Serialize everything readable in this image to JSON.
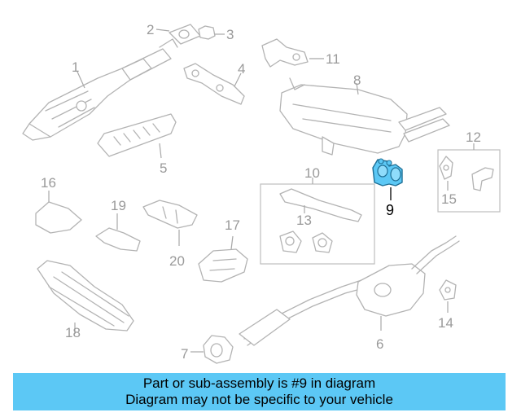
{
  "diagram": {
    "callouts": {
      "c1": "1",
      "c2": "2",
      "c3": "3",
      "c4": "4",
      "c5": "5",
      "c6": "6",
      "c7": "7",
      "c8": "8",
      "c9": "9",
      "c10": "10",
      "c11": "11",
      "c12": "12",
      "c13": "13",
      "c14": "14",
      "c15": "15",
      "c16": "16",
      "c17": "17",
      "c18": "18",
      "c19": "19",
      "c20": "20"
    },
    "highlighted_part": "9",
    "highlight_color": "#5cc8f5"
  },
  "banner": {
    "line1": "Part or sub-assembly is #9 in diagram",
    "line2": "Diagram may not be specific to your vehicle",
    "background": "#5cc8f5"
  }
}
